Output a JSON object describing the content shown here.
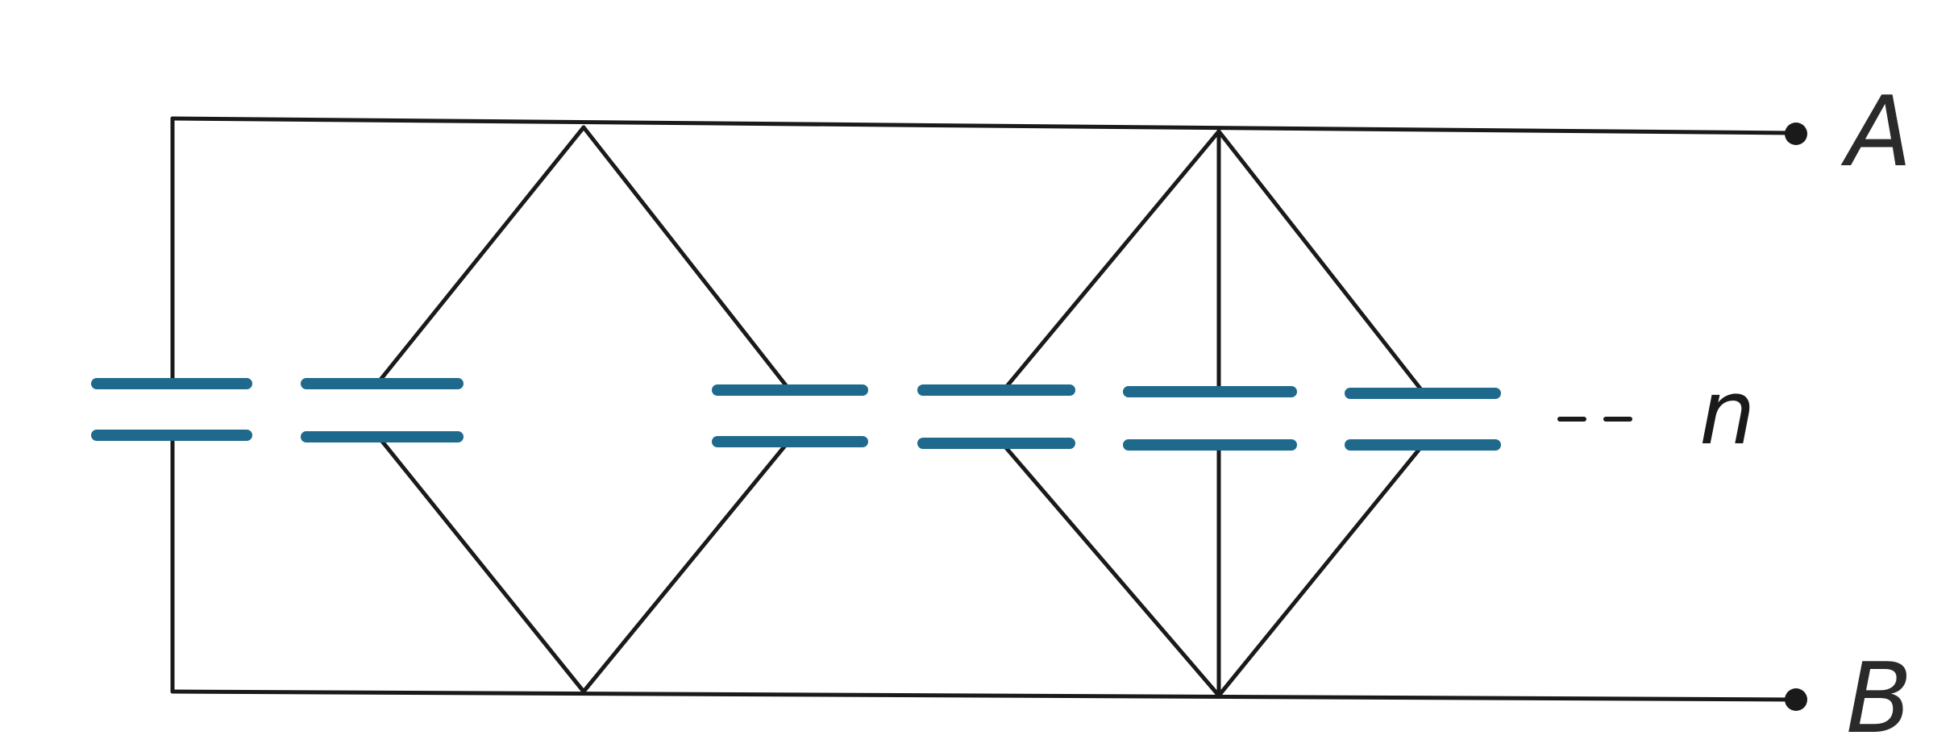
{
  "terminals": {
    "a_label": "A",
    "b_label": "B"
  },
  "continuation": {
    "label": "n"
  },
  "capacitor_count": 6,
  "colors": {
    "wire": "#1a1a1a",
    "plate": "#1f6a8c"
  }
}
